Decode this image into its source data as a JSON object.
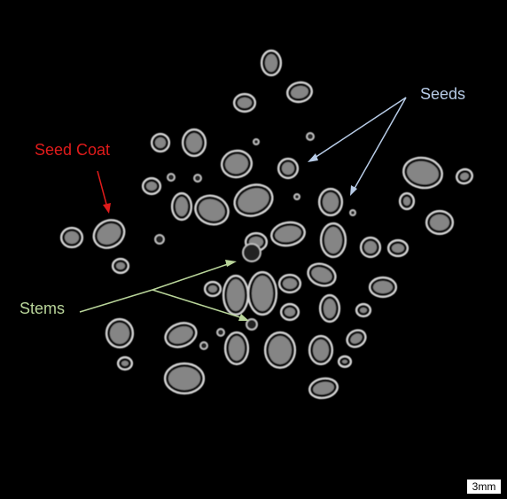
{
  "labels": {
    "seeds": "Seeds",
    "seed_coat": "Seed Coat",
    "stems": "Stems"
  },
  "scale_bar": "3mm",
  "colors": {
    "background": "#000000",
    "seeds_label": "#b7cbe6",
    "seed_coat_label": "#e01b1b",
    "stems_label": "#b9d59a",
    "structures": "#d6d6d6"
  }
}
